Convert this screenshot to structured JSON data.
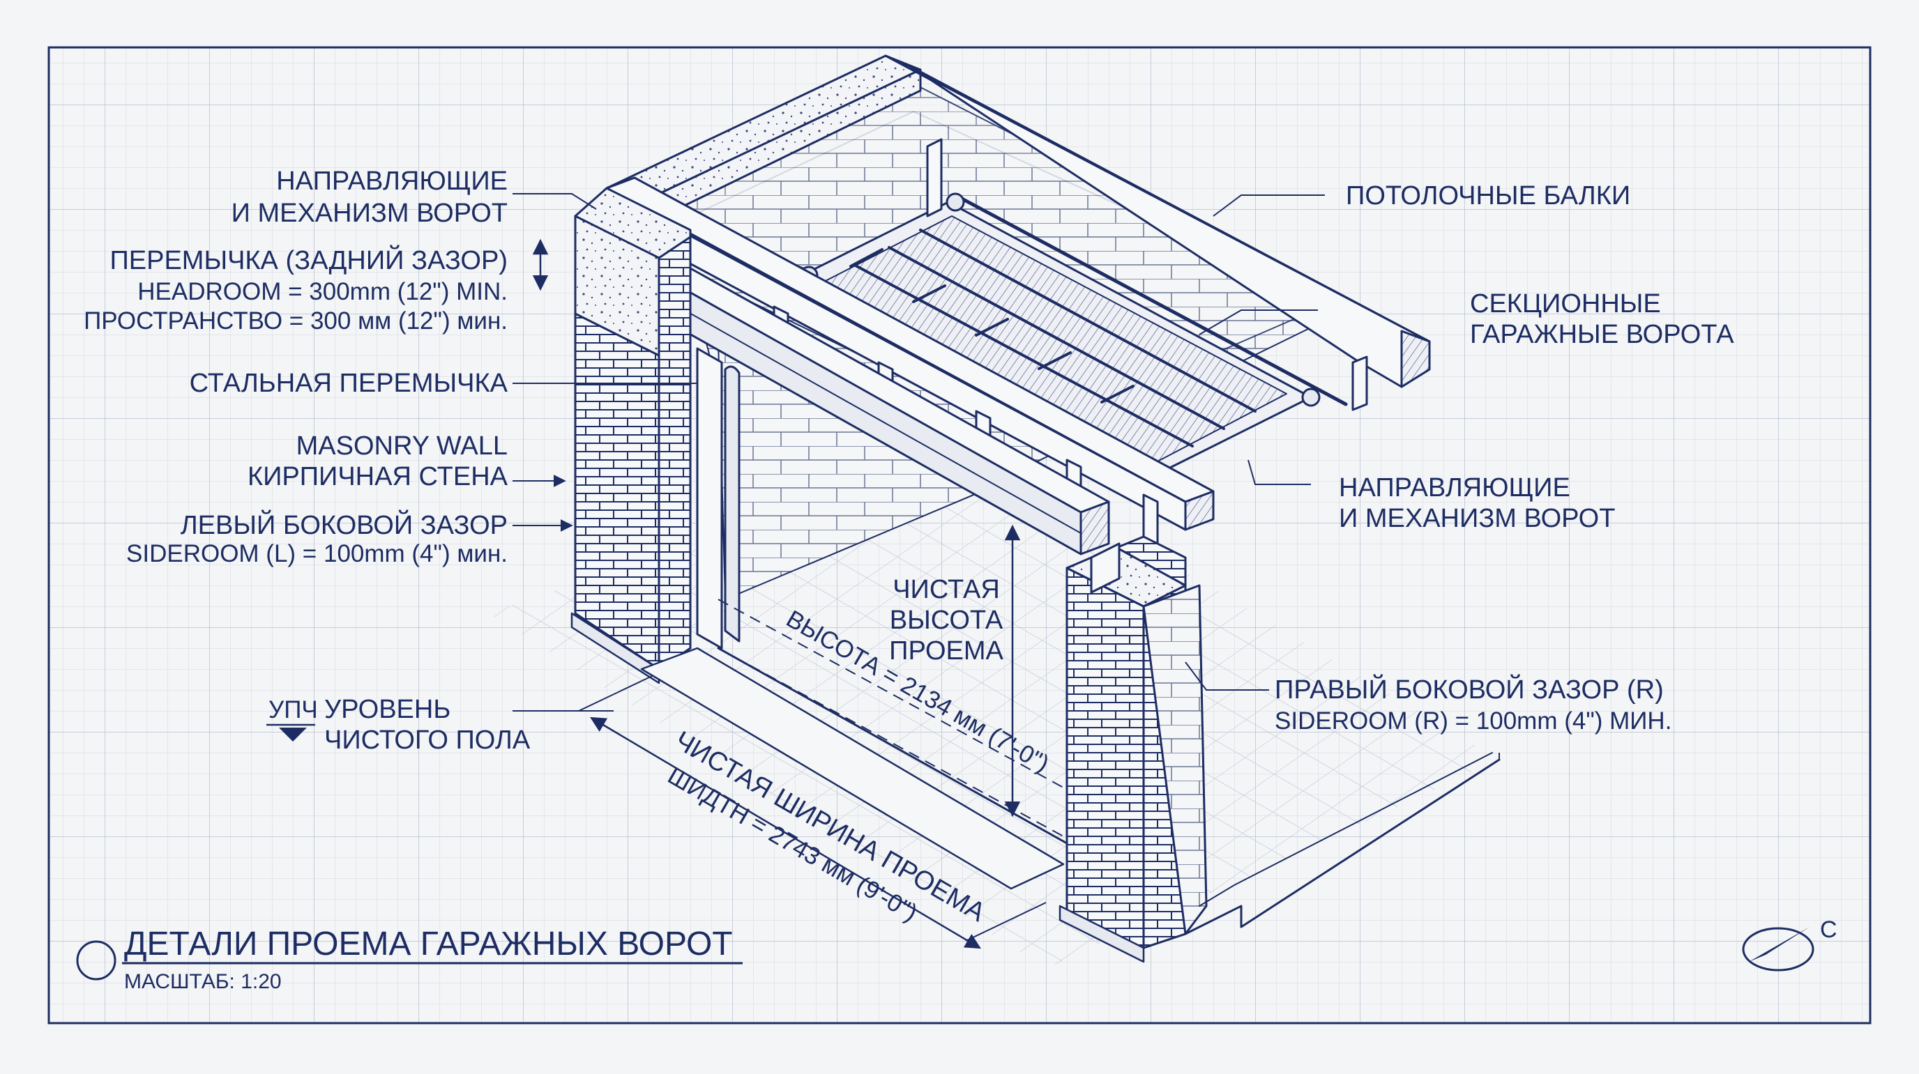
{
  "colors": {
    "ink": "#1d2d63",
    "paper": "#f4f5f6",
    "grid": "#c6ccd8"
  },
  "callouts": {
    "track_mech_left": [
      "НАПРАВЛЯЮЩИЕ",
      "И МЕХАНИЗМ ВОРОТ"
    ],
    "headroom": [
      "ПЕРЕМЫЧКА (ЗАДНИЙ ЗАЗОР)",
      "HEADROOM = 300mm (12\") MIN.",
      "ПРОСТРАНСТВО = 300 мм (12\") мин."
    ],
    "steel_lintel": "СТАЛЬНАЯ ПЕРЕМЫЧКА",
    "masonry_wall": [
      "MASONRY WALL",
      "КИРПИЧНАЯ СТЕНА"
    ],
    "left_sideroom": [
      "ЛЕВЫЙ БОКОВОЙ ЗАЗОР",
      "SIDEROOM (L) = 100mm (4\") мин."
    ],
    "floor_level_tag": "УПЧ",
    "floor_level": [
      "УРОВЕНЬ",
      "ЧИСТОГО ПОЛА"
    ],
    "ceiling_joists": "ПОТОЛОЧНЫЕ БАЛКИ",
    "sectional_door": [
      "СЕКЦИОННЫЕ",
      "ГАРАЖНЫЕ ВОРОТА"
    ],
    "track_mech_right": [
      "НАПРАВЛЯЮЩИЕ",
      "И МЕХАНИЗМ ВОРОТ"
    ],
    "clear_height": [
      "ЧИСТАЯ",
      "ВЫСОТА",
      "ПРОЕМА"
    ],
    "height_dim": "ВЫСОТА = 2134 мм (7'-0\")",
    "right_sideroom": [
      "ПРАВЫЙ БОКОВОЙ ЗАЗОР (R)",
      "SIDEROOM (R) = 100mm (4\") МИН."
    ],
    "clear_width": "ЧИСТАЯ ШИРИНА ПРОЕМА",
    "width_dim": "ШИДTH = 2743 мм (9'-0\")"
  },
  "title_block": {
    "title": "ДЕТАЛИ ПРОЕМА ГАРАЖНЫХ ВОРОТ",
    "scale": "МАСШТАБ: 1:20"
  },
  "north_arrow": {
    "icon": "north-arrow-icon",
    "label": "C"
  }
}
